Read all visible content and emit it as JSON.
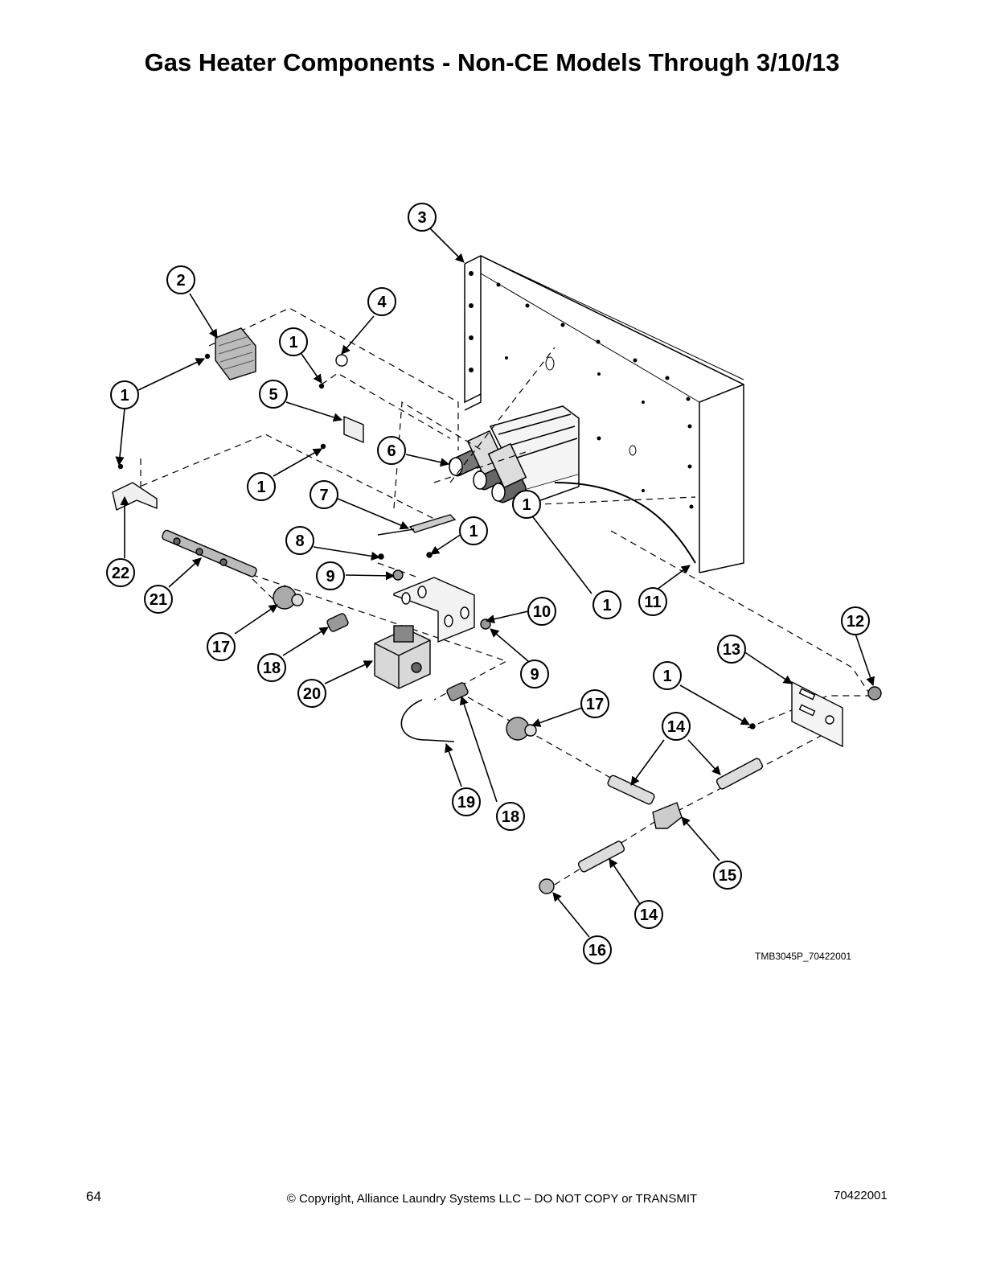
{
  "title": "Gas Heater Components - Non-CE Models Through 3/10/13",
  "diagram": {
    "drawing_id": "TMB3045P_70422001",
    "callouts": [
      {
        "label": "1"
      },
      {
        "label": "1"
      },
      {
        "label": "1"
      },
      {
        "label": "1"
      },
      {
        "label": "1"
      },
      {
        "label": "1"
      },
      {
        "label": "1"
      },
      {
        "label": "2"
      },
      {
        "label": "3"
      },
      {
        "label": "4"
      },
      {
        "label": "5"
      },
      {
        "label": "6"
      },
      {
        "label": "7"
      },
      {
        "label": "8"
      },
      {
        "label": "9"
      },
      {
        "label": "9"
      },
      {
        "label": "10"
      },
      {
        "label": "11"
      },
      {
        "label": "12"
      },
      {
        "label": "13"
      },
      {
        "label": "14"
      },
      {
        "label": "14"
      },
      {
        "label": "15"
      },
      {
        "label": "16"
      },
      {
        "label": "17"
      },
      {
        "label": "17"
      },
      {
        "label": "18"
      },
      {
        "label": "18"
      },
      {
        "label": "19"
      },
      {
        "label": "20"
      },
      {
        "label": "21"
      },
      {
        "label": "22"
      }
    ]
  },
  "footer": {
    "page_number": "64",
    "copyright": "© Copyright, Alliance Laundry Systems LLC – DO NOT COPY or TRANSMIT",
    "doc_number": "70422001"
  }
}
